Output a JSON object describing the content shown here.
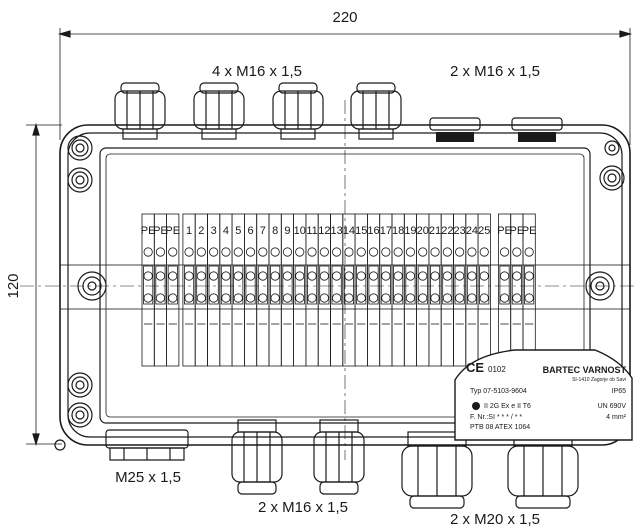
{
  "dimensions": {
    "width_label": "220",
    "height_label": "120"
  },
  "glands": {
    "top_left_label": "4 x M16 x 1,5",
    "top_right_label": "2 x M16 x 1,5",
    "bottom_left_label": "M25 x 1,5",
    "bottom_middle_label": "2 x M16 x 1,5",
    "bottom_right_label": "2 x M20 x 1,5"
  },
  "terminals": {
    "left_labels": [
      "PE",
      "PE",
      "PE"
    ],
    "numbered": [
      "1",
      "2",
      "3",
      "4",
      "5",
      "6",
      "7",
      "8",
      "9",
      "10",
      "11",
      "12",
      "13",
      "14",
      "15",
      "16",
      "17",
      "18",
      "19",
      "20",
      "21",
      "22",
      "23",
      "24",
      "25"
    ],
    "right_labels": [
      "PE",
      "PE",
      "PE"
    ]
  },
  "nameplate": {
    "ce_mark": "CE",
    "notified_body": "0102",
    "manufacturer": "BARTEC VARNOST",
    "address": "SI-1410 Zagorje ob Savi",
    "type_line": "Typ 07-5103-9604",
    "ip_rating": "IP65",
    "atex_marking": "II 2G Ex e II T6",
    "voltage": "UN 690V",
    "serial": "F. Nr.:SI * * * / * *",
    "cross_section": "4 mm²",
    "certificate": "PTB 08 ATEX 1064"
  },
  "colors": {
    "line": "#1a1a1a",
    "background": "#ffffff"
  }
}
